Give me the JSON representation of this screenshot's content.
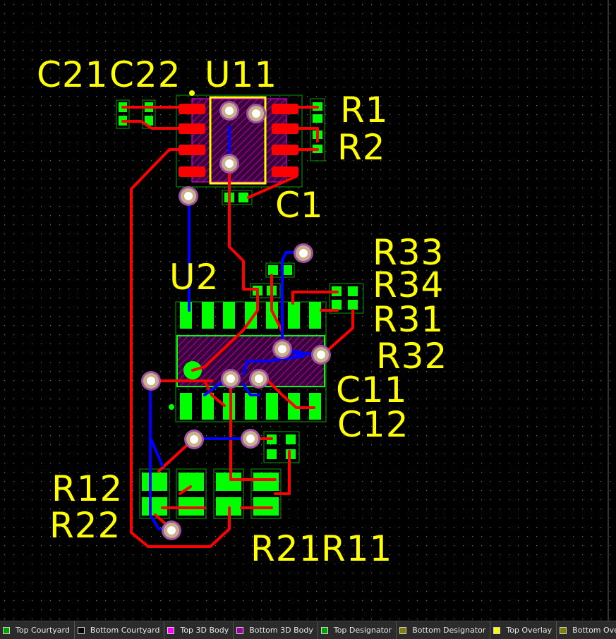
{
  "colors": {
    "background": "#000000",
    "top_layer_track": "#ff0000",
    "bottom_layer_track": "#0000ff",
    "pad_smd": "#00ff00",
    "overlay_text": "#ffff00",
    "component_body": "#c000c0",
    "via_ring": "#a050a0"
  },
  "designators": {
    "C21": "C21",
    "C22": "C22",
    "U11": "U11",
    "R1": "R1",
    "R2": "R2",
    "C1": "C1",
    "U2": "U2",
    "R33": "R33",
    "R34": "R34",
    "R31": "R31",
    "R32": "R32",
    "C11": "C11",
    "C12": "C12",
    "R12": "R12",
    "R22": "R22",
    "R21": "R21",
    "R11": "R11"
  },
  "layer_tabs": [
    {
      "label": "Top Courtyard",
      "color": "#00a000"
    },
    {
      "label": "Bottom Courtyard",
      "color": "#000000"
    },
    {
      "label": "Top 3D Body",
      "color": "#ff00ff"
    },
    {
      "label": "Bottom 3D Body",
      "color": "#a000a0"
    },
    {
      "label": "Top Designator",
      "color": "#00a000"
    },
    {
      "label": "Bottom Designator",
      "color": "#808000"
    },
    {
      "label": "Top Overlay",
      "color": "#ffff00"
    },
    {
      "label": "Bottom Overlay",
      "color": "#808000"
    }
  ]
}
